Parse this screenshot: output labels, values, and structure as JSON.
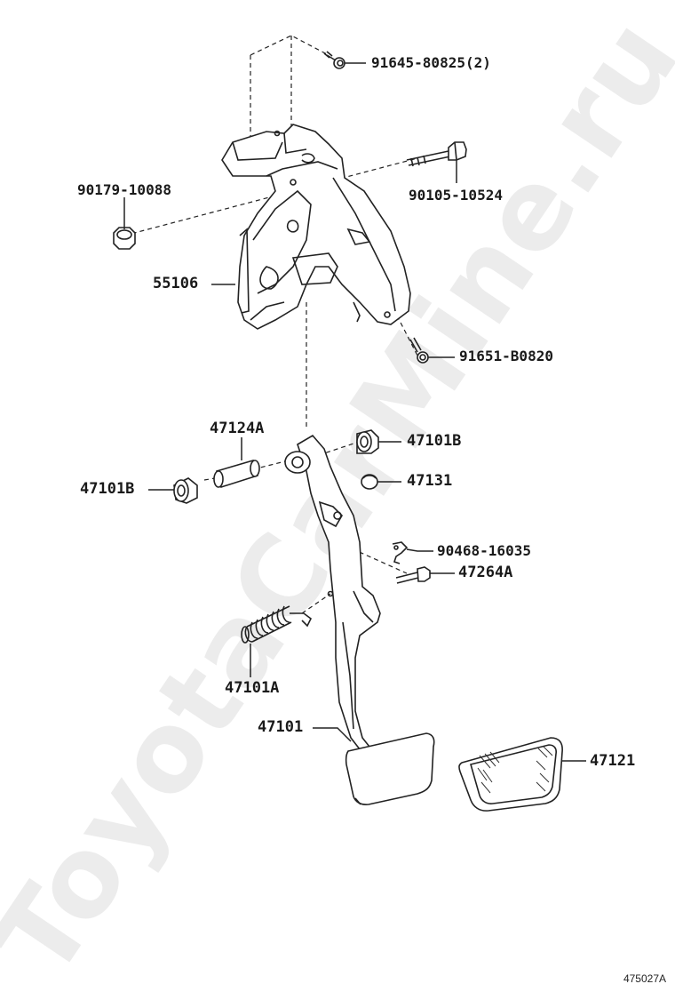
{
  "watermark": "ToyotaCarMine.ru",
  "diagram_id": "475027A",
  "labels": {
    "bolt_91645": "91645-80825(2)",
    "nut_90179": "90179-10088",
    "bolt_90105": "90105-10524",
    "bracket_55106": "55106",
    "bolt_91651": "91651-B0820",
    "collar_47124A": "47124A",
    "bush_47101B_right": "47101B",
    "bush_47101B_left": "47101B",
    "stopper_47131": "47131",
    "clip_90468": "90468-16035",
    "pin_47264A": "47264A",
    "spring_47101A": "47101A",
    "pedal_47101": "47101",
    "pad_47121": "47121"
  }
}
